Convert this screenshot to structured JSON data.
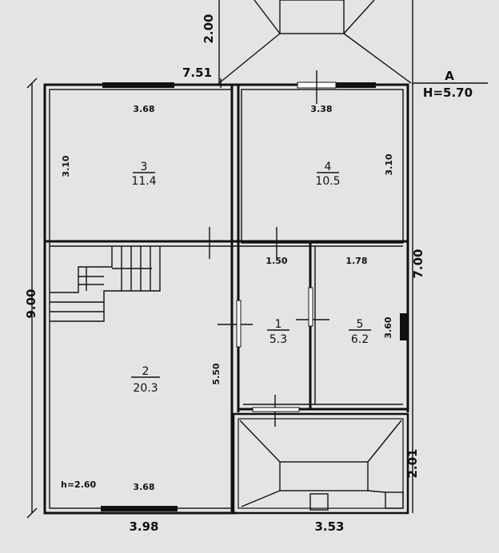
{
  "top_dims": {
    "porch_depth": "2.00",
    "porch_width": "7.51"
  },
  "axis_mark": {
    "letter": "A",
    "height": "H=5.70"
  },
  "wall_dims": {
    "r3_top": "3.68",
    "r4_top": "3.38",
    "r3_left": "3.10",
    "r4_right": "3.10",
    "left_total": "9.00",
    "right_total": "7.00",
    "r1_top": "1.50",
    "r5_top": "1.78",
    "r5_right": "3.60",
    "r2_right": "5.50",
    "r2_bottom": "3.68",
    "ceiling": "h=2.60",
    "bottom_left": "3.98",
    "bottom_right": "3.53",
    "lower_porch": "2.01"
  },
  "rooms": [
    {
      "num": "3",
      "area": "11.4"
    },
    {
      "num": "4",
      "area": "10.5"
    },
    {
      "num": "1",
      "area": "5.3"
    },
    {
      "num": "5",
      "area": "6.2"
    },
    {
      "num": "2",
      "area": "20.3"
    }
  ]
}
